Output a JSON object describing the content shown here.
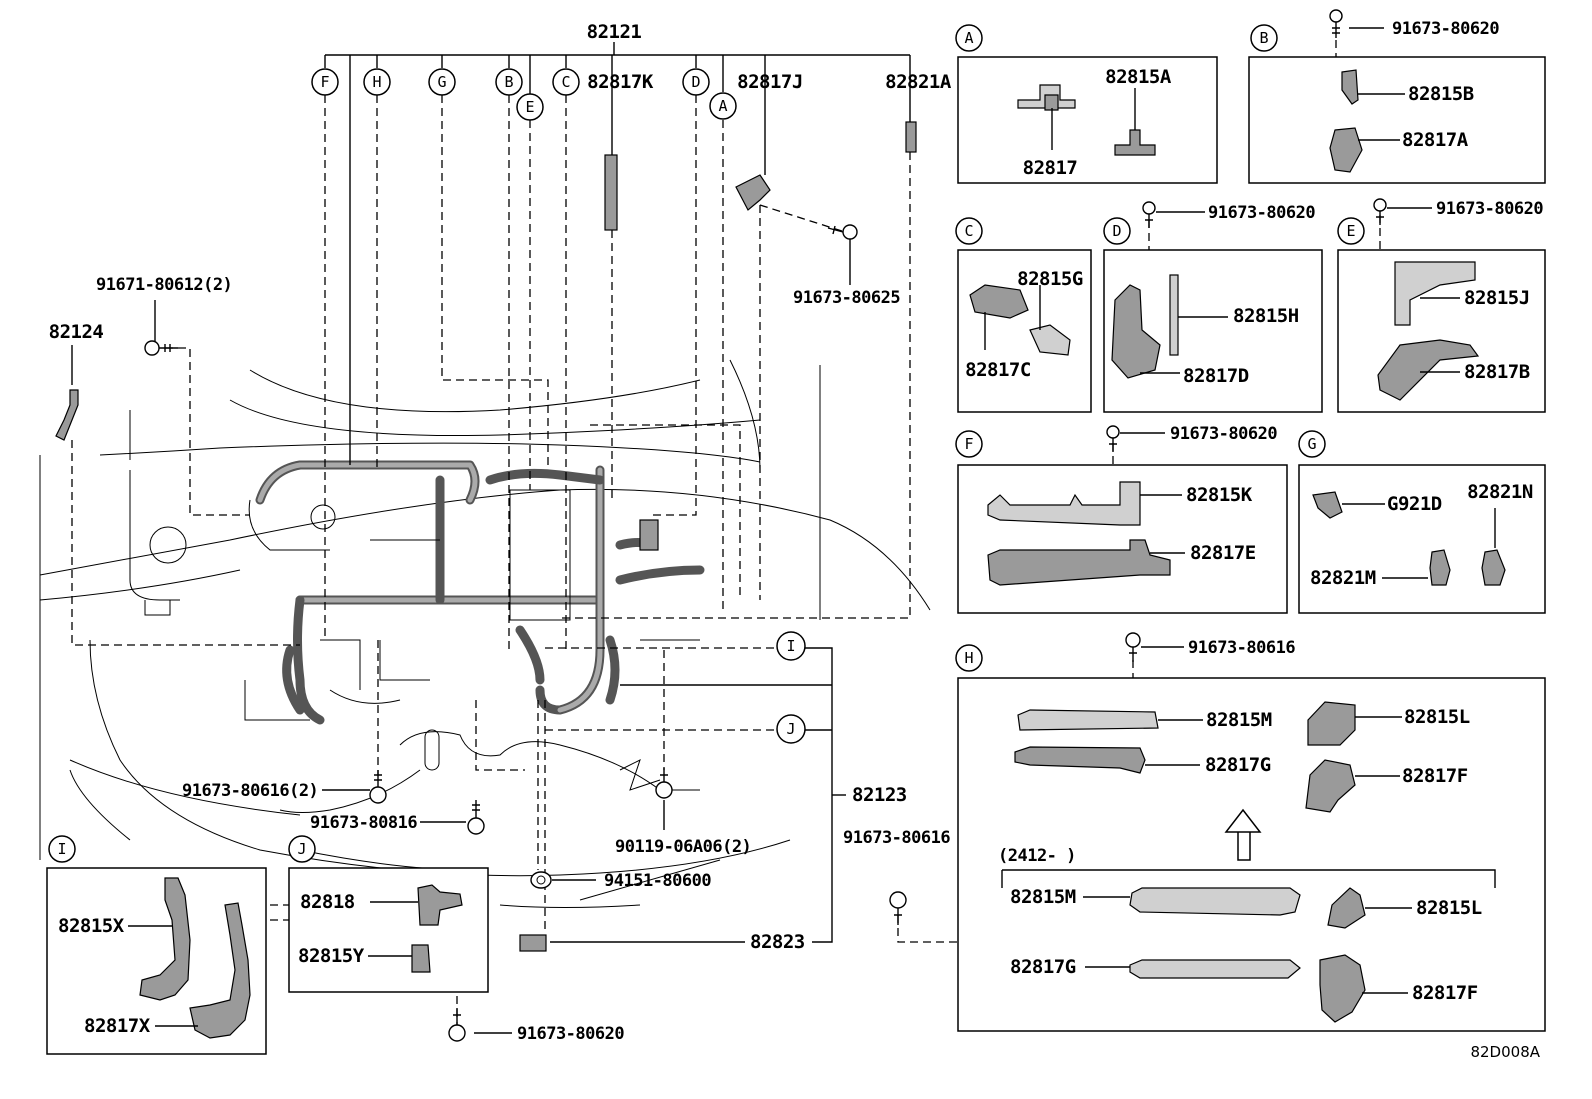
{
  "main": {
    "harness_main": "82121",
    "p_82817K": "82817K",
    "p_82817J": "82817J",
    "p_82821A": "82821A",
    "p_82124": "82124",
    "bolt_91671_80612": "91671-80612(2)",
    "bolt_91673_80625": "91673-80625",
    "bolt_91673_80616_2": "91673-80616(2)",
    "bolt_91673_80816": "91673-80816",
    "nut_90119_06A06": "90119-06A06(2)",
    "clip_94151_80600": "94151-80600",
    "p_82823": "82823",
    "p_82123": "82123",
    "bolt_91673_80616_side": "91673-80616",
    "bolt_91673_80620_j": "91673-80620"
  },
  "callouts": {
    "A": "A",
    "B": "B",
    "C": "C",
    "D": "D",
    "E": "E",
    "F": "F",
    "G": "G",
    "H": "H",
    "I": "I",
    "J": "J"
  },
  "panel_a": {
    "p1": "82815A",
    "p2": "82817"
  },
  "panel_b": {
    "bolt": "91673-80620",
    "p1": "82815B",
    "p2": "82817A"
  },
  "panel_c": {
    "p1": "82815G",
    "p2": "82817C"
  },
  "panel_d": {
    "bolt": "91673-80620",
    "p1": "82815H",
    "p2": "82817D"
  },
  "panel_e": {
    "bolt": "91673-80620",
    "p1": "82815J",
    "p2": "82817B"
  },
  "panel_f": {
    "bolt": "91673-80620",
    "p1": "82815K",
    "p2": "82817E"
  },
  "panel_g": {
    "p1": "G921D",
    "p2": "82821N",
    "p3": "82821M"
  },
  "panel_h": {
    "bolt": "91673-80616",
    "p1": "82815M",
    "p2": "82817G",
    "p3": "82815L",
    "p4": "82817F",
    "date_note": "(2412-      )",
    "p5": "82815M",
    "p6": "82815L",
    "p7": "82817G",
    "p8": "82817F"
  },
  "panel_i": {
    "p1": "82815X",
    "p2": "82817X"
  },
  "panel_j": {
    "p1": "82818",
    "p2": "82815Y"
  },
  "footer": {
    "diagram_code": "82D008A"
  }
}
